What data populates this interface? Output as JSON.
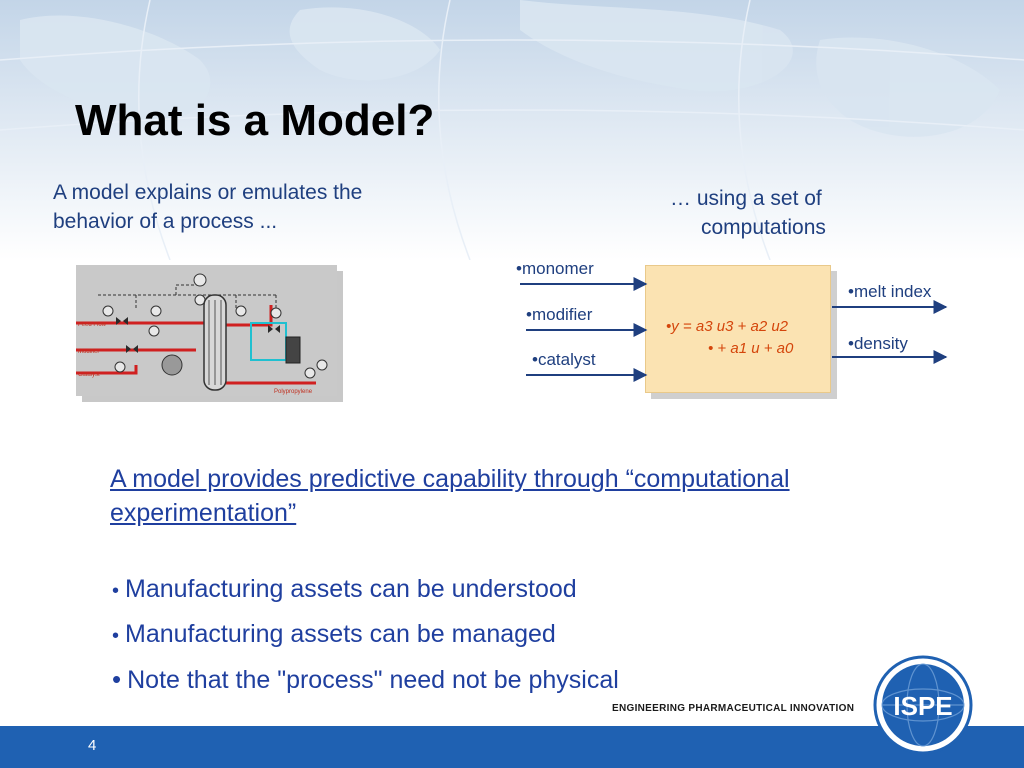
{
  "slide": {
    "title": "What is a Model?",
    "intro_left": "A model explains or emulates the behavior of a process ...",
    "intro_right_line1": "… using a set of",
    "intro_right_line2": "computations",
    "inputs": [
      "•monomer",
      "•modifier",
      "•catalyst"
    ],
    "outputs": [
      "•melt index",
      "•density"
    ],
    "formula_line1": "•y = a3 u3 + a2 u2",
    "formula_line2": "•        + a1 u + a0",
    "statement": "A model provides predictive capability through “computational experimentation”",
    "bullets": [
      "Manufacturing assets can be understood",
      "Manufacturing assets can be managed",
      "Note that the \"process\" need not be physical"
    ],
    "tagline": "ENGINEERING PHARMACEUTICAL INNOVATION",
    "page_number": "4",
    "logo_text": "ISPE",
    "process_labels": [
      "Feed Flow",
      "Modifier",
      "Catalyst",
      "Polypropylene"
    ]
  },
  "colors": {
    "accent_blue": "#1f61b2",
    "text_blue": "#1f3f9f",
    "formula_orange": "#d4450b",
    "box_fill": "#fbe3b2"
  }
}
